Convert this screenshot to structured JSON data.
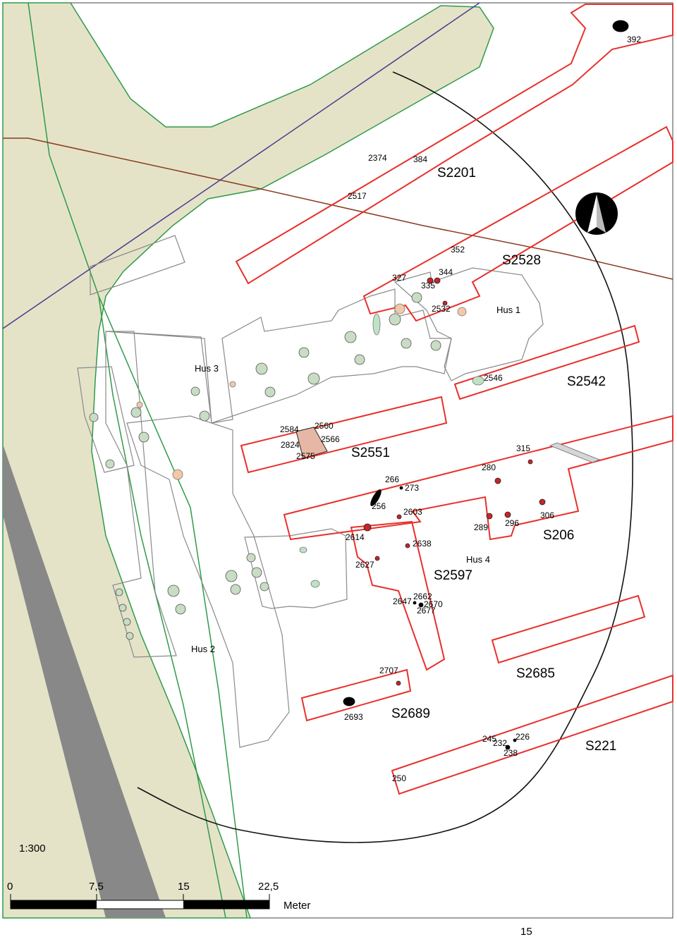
{
  "map": {
    "scale_text": "1:300",
    "scale_ticks": [
      "0",
      "7,5",
      "15",
      "22,5"
    ],
    "scale_unit": "Meter",
    "page_number": "15",
    "trenches": [
      "S2201",
      "S2528",
      "S2542",
      "S2551",
      "S206",
      "S2597",
      "S2685",
      "S2689",
      "S221"
    ],
    "houses": [
      "Hus 1",
      "Hus 2",
      "Hus 3",
      "Hus 4"
    ],
    "features": [
      "392",
      "2374",
      "384",
      "2517",
      "352",
      "327",
      "344",
      "335",
      "2532",
      "2546",
      "2584",
      "2560",
      "2824",
      "2566",
      "2575",
      "315",
      "280",
      "266",
      "273",
      "256",
      "2603",
      "289",
      "296",
      "306",
      "2614",
      "2638",
      "2627",
      "2647",
      "2662",
      "2670",
      "2677",
      "2707",
      "2693",
      "245",
      "232",
      "226",
      "238",
      "250"
    ],
    "colors": {
      "trench_outline": "#e8302c",
      "field_fill": "#e4e3c8",
      "field_border": "#2f9a4a",
      "road": "#888888",
      "power_line": "#4a3c8c",
      "boundary_line": "#8b3a1e",
      "excavation_limit": "#111111",
      "pit_red": "#c8242a",
      "pit_green": "#c9dcc4",
      "pit_orange": "#f2c9a8"
    },
    "icons": [
      "north-arrow-icon",
      "scale-bar"
    ]
  }
}
